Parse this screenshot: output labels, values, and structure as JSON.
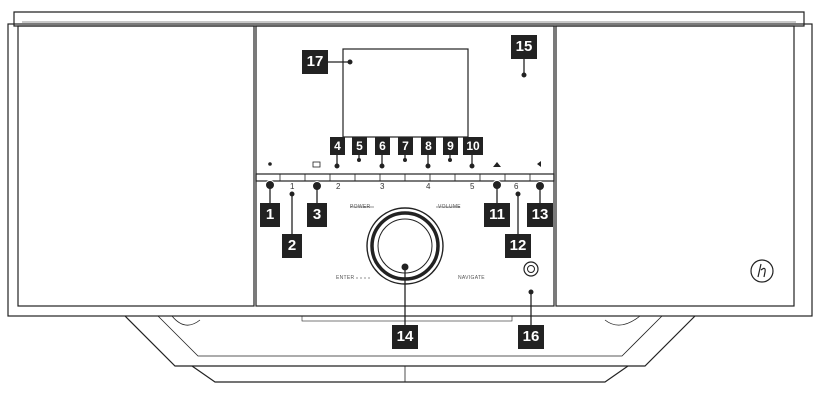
{
  "callouts": [
    "1",
    "2",
    "3",
    "4",
    "5",
    "6",
    "7",
    "8",
    "9",
    "10",
    "11",
    "12",
    "13",
    "14",
    "15",
    "16",
    "17"
  ],
  "preset_labels": [
    "1",
    "2",
    "3",
    "4",
    "5",
    "6"
  ],
  "knob_labels": {
    "power": "POWER",
    "volume": "VOLUME",
    "enter": "ENTER",
    "navigate": "NAVIGATE"
  },
  "brand_icon": "hama-logo",
  "colors": {
    "line": "#222222",
    "callout_bg": "#222222",
    "callout_text": "#ffffff"
  }
}
